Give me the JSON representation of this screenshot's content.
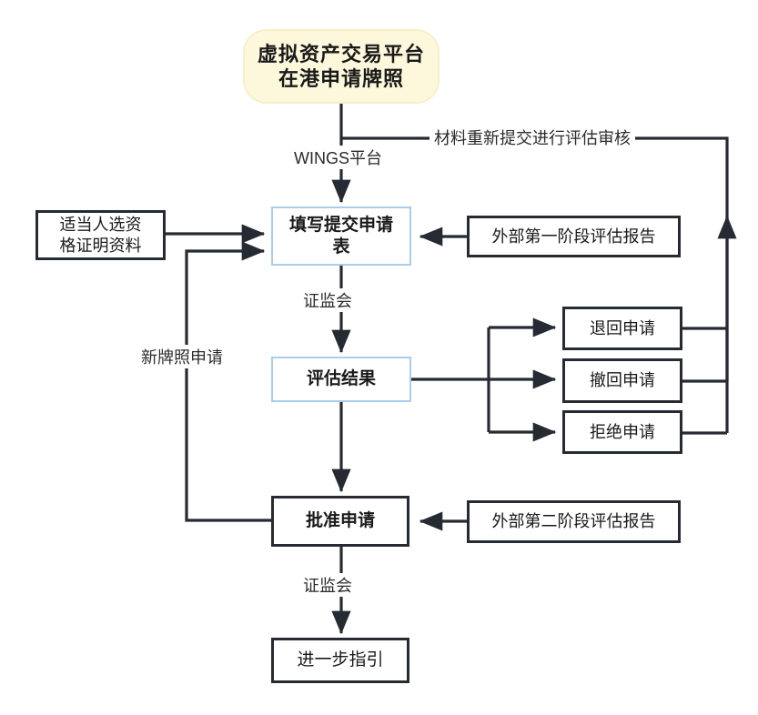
{
  "diagram": {
    "title_node": {
      "text": "虚拟资产交易平台\n在港申请牌照",
      "line1": "虚拟资产交易平台",
      "line2": "在港申请牌照",
      "fill": "#fdf8dc",
      "border": "#f6efc9"
    },
    "nodes": [
      {
        "id": "fill-form",
        "line1": "填写提交申请",
        "line2": "表",
        "style": "blue",
        "border": "#a9cdea"
      },
      {
        "id": "assessment-result",
        "line1": "评估结果",
        "line2": "",
        "style": "blue",
        "border": "#a9cdea"
      },
      {
        "id": "approve-application",
        "line1": "批准申请",
        "line2": "",
        "style": "black-bold",
        "border": "#262b33"
      },
      {
        "id": "further-guidance",
        "line1": "进一步指引",
        "line2": "",
        "style": "black",
        "border": "#262b33"
      },
      {
        "id": "eligibility-docs",
        "line1": "适当人选资",
        "line2": "格证明资料",
        "style": "black",
        "border": "#262b33"
      },
      {
        "id": "external-stage1-report",
        "line1": "外部第一阶段评估报告",
        "line2": "",
        "style": "black",
        "border": "#262b33"
      },
      {
        "id": "external-stage2-report",
        "line1": "外部第二阶段评估报告",
        "line2": "",
        "style": "black",
        "border": "#262b33"
      },
      {
        "id": "return-application",
        "line1": "退回申请",
        "line2": "",
        "style": "black",
        "border": "#262b33"
      },
      {
        "id": "withdraw-application",
        "line1": "撤回申请",
        "line2": "",
        "style": "black",
        "border": "#262b33"
      },
      {
        "id": "reject-application",
        "line1": "拒绝申请",
        "line2": "",
        "style": "black",
        "border": "#262b33"
      }
    ],
    "edge_labels": [
      {
        "id": "wings-platform",
        "text": "WINGS平台"
      },
      {
        "id": "resubmit-review",
        "text": "材料重新提交进行评估审核"
      },
      {
        "id": "sfc-1",
        "text": "证监会"
      },
      {
        "id": "new-license-application",
        "text": "新牌照申请"
      },
      {
        "id": "sfc-2",
        "text": "证监会"
      }
    ],
    "colors": {
      "line": "#262b33",
      "blue_border": "#a9cdea",
      "title_fill": "#fdf8dc",
      "text": "#1a1a1a",
      "background": "#ffffff"
    }
  }
}
